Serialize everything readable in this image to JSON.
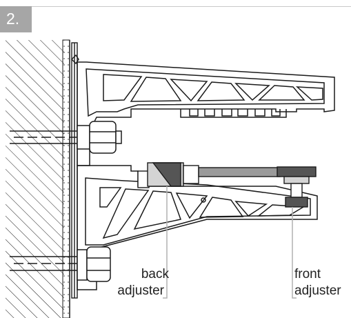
{
  "step": {
    "number": "2."
  },
  "labels": {
    "back_line1": "back",
    "back_line2": "adjuster",
    "front_line1": "front",
    "front_line2": "adjuster"
  },
  "colors": {
    "badge": "#a6a6a6",
    "outline": "#1a1a1a",
    "adjuster_dark": "#555555",
    "adjuster_mid": "#9a9a9a",
    "adjuster_light": "#d4d4d4",
    "leader": "#b0b0b0"
  }
}
